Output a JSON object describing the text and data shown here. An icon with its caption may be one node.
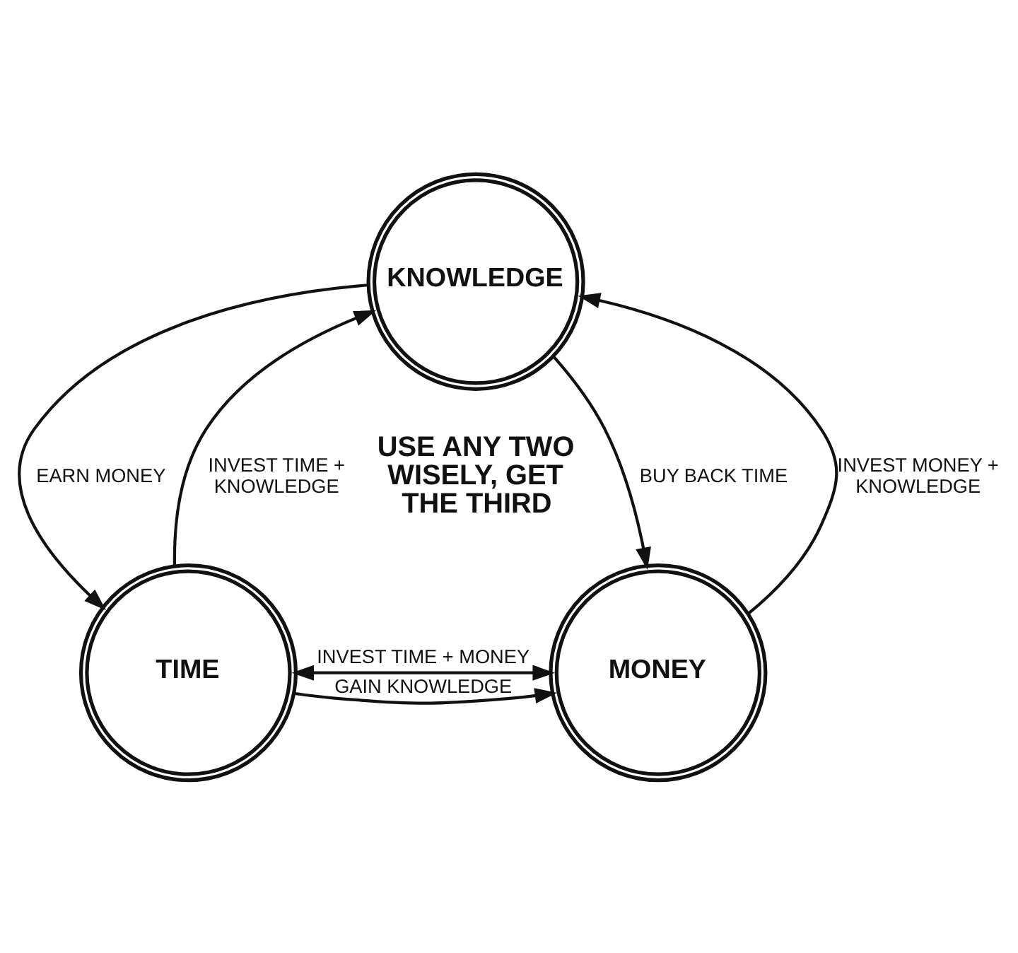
{
  "diagram": {
    "nodes": [
      {
        "text": [
          "KNOWLEDGE"
        ]
      },
      {
        "text": [
          "TIME"
        ]
      },
      {
        "text": [
          "MONEY"
        ]
      }
    ],
    "edges": [
      {
        "from": 1,
        "to": 0,
        "arrow": "to",
        "label": "INVEST TIME + KNOWLEDGE"
      },
      {
        "from": 0,
        "to": 1,
        "arrow": "to",
        "label": "EARN MONEY"
      },
      {
        "from": 2,
        "to": 0,
        "arrow": "to",
        "label": "INVEST MONEY + KNOWLEDGE"
      },
      {
        "from": 0,
        "to": 2,
        "arrow": "to",
        "label": "BUY BACK TIME"
      },
      {
        "from": 1,
        "to": 2,
        "arrow": "both",
        "label": "INVEST TIME + MONEY"
      },
      {
        "from": 1,
        "to": 2,
        "arrow": "to",
        "label": "GAIN KNOWLEDGE"
      }
    ],
    "labels": [
      "USE ANY TWO WISELY, GET THE THIRD"
    ]
  }
}
